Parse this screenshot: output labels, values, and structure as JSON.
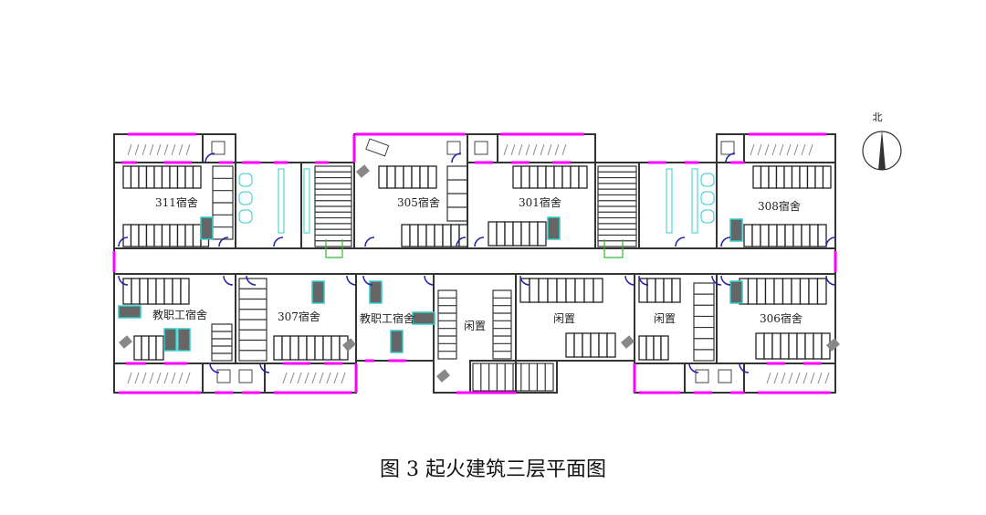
{
  "colors": {
    "wall": "#333333",
    "window": "#ff00ff",
    "fixture": "#33cccc",
    "door": "#2222aa",
    "stair_marker": "#33bb33"
  },
  "compass": {
    "label": "北"
  },
  "rooms": {
    "r311": "311宿舍",
    "r305": "305宿舍",
    "r301": "301宿舍",
    "r308": "308宿舍",
    "staff1": "教职工宿舍",
    "r307": "307宿舍",
    "staff2": "教职工宿舍",
    "idle1": "闲置",
    "idle2": "闲置",
    "idle3": "闲置",
    "r306": "306宿舍"
  },
  "caption": "图 3  起火建筑三层平面图"
}
